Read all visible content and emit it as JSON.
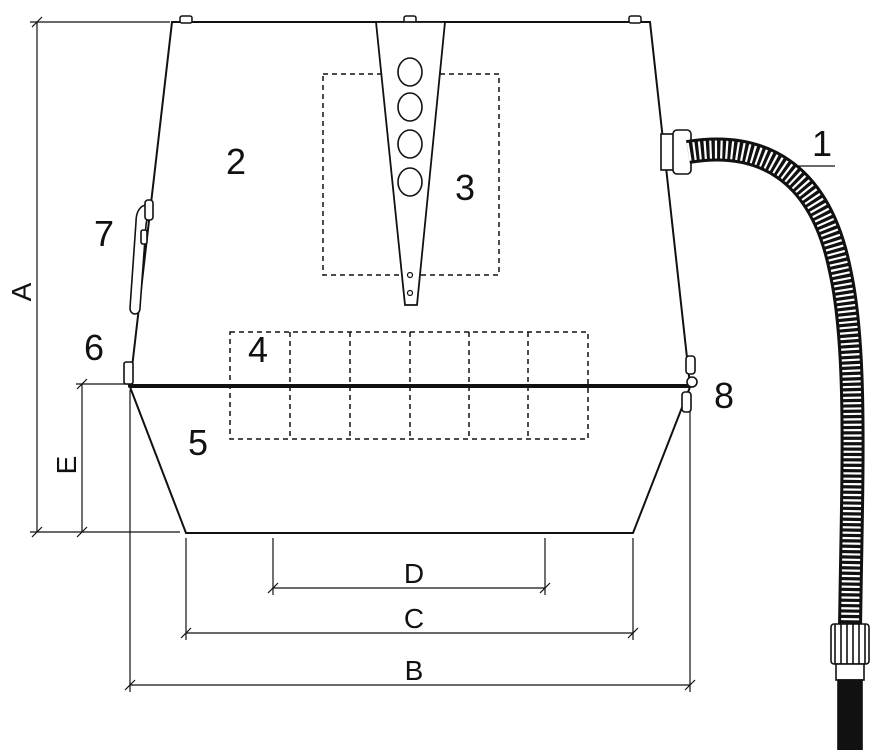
{
  "diagram": {
    "callouts": {
      "hose": "1",
      "upper_housing": "2",
      "control_panel": "3",
      "inner_compartments": "4",
      "lower_housing": "5",
      "left_foot": "6",
      "handle": "7",
      "right_bolts": "8"
    },
    "dimensions": {
      "height_total": "A",
      "width_overall": "B",
      "width_base": "C",
      "width_inner": "D",
      "height_lower": "E"
    },
    "colors": {
      "line": "#111111",
      "background": "#ffffff"
    }
  }
}
